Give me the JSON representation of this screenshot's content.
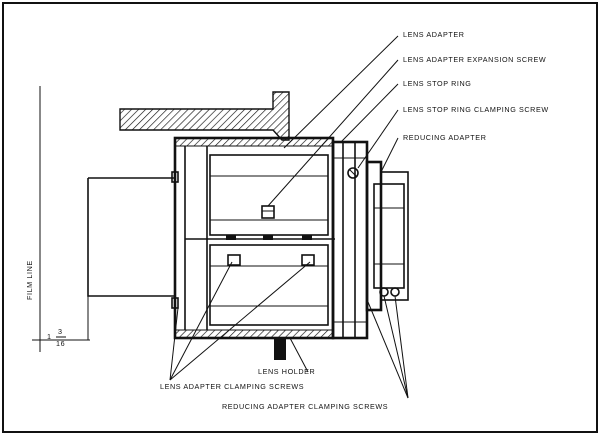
{
  "labels": {
    "lens_adapter": "LENS ADAPTER",
    "lens_adapter_expansion_screw": "LENS ADAPTER EXPANSION SCREW",
    "lens_stop_ring": "LENS STOP RING",
    "lens_stop_ring_clamping_screw": "LENS STOP RING CLAMPING SCREW",
    "reducing_adapter": "REDUCING ADAPTER",
    "lens_holder": "LENS HOLDER",
    "lens_adapter_clamping_screws": "LENS ADAPTER CLAMPING SCREWS",
    "reducing_adapter_clamping_screws": "REDUCING ADAPTER CLAMPING SCREWS",
    "film_line": "FILM LINE"
  },
  "dimension": {
    "whole": "1",
    "numerator": "3",
    "denominator": "16"
  }
}
